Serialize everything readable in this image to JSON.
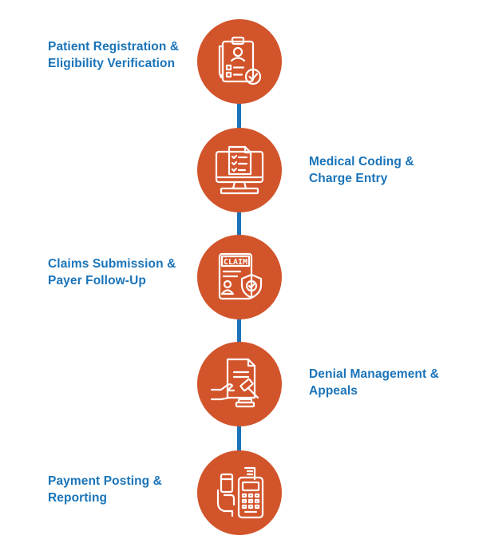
{
  "colors": {
    "accent": "#d2542b",
    "text": "#1a74b9",
    "line": "#1a74b9",
    "background": "#ffffff"
  },
  "steps": [
    {
      "label": "Patient Registration &\nEligibility Verification",
      "icon": "clipboard-check-icon",
      "side": "left"
    },
    {
      "label": "Medical Coding &\nCharge Entry",
      "icon": "computer-checklist-icon",
      "side": "right"
    },
    {
      "label": "Claims Submission &\nPayer Follow-Up",
      "icon": "claim-shield-icon",
      "side": "left"
    },
    {
      "label": "Denial Management &\nAppeals",
      "icon": "gavel-document-icon",
      "side": "right"
    },
    {
      "label": "Payment Posting &\nReporting",
      "icon": "card-payment-terminal-icon",
      "side": "left"
    }
  ]
}
